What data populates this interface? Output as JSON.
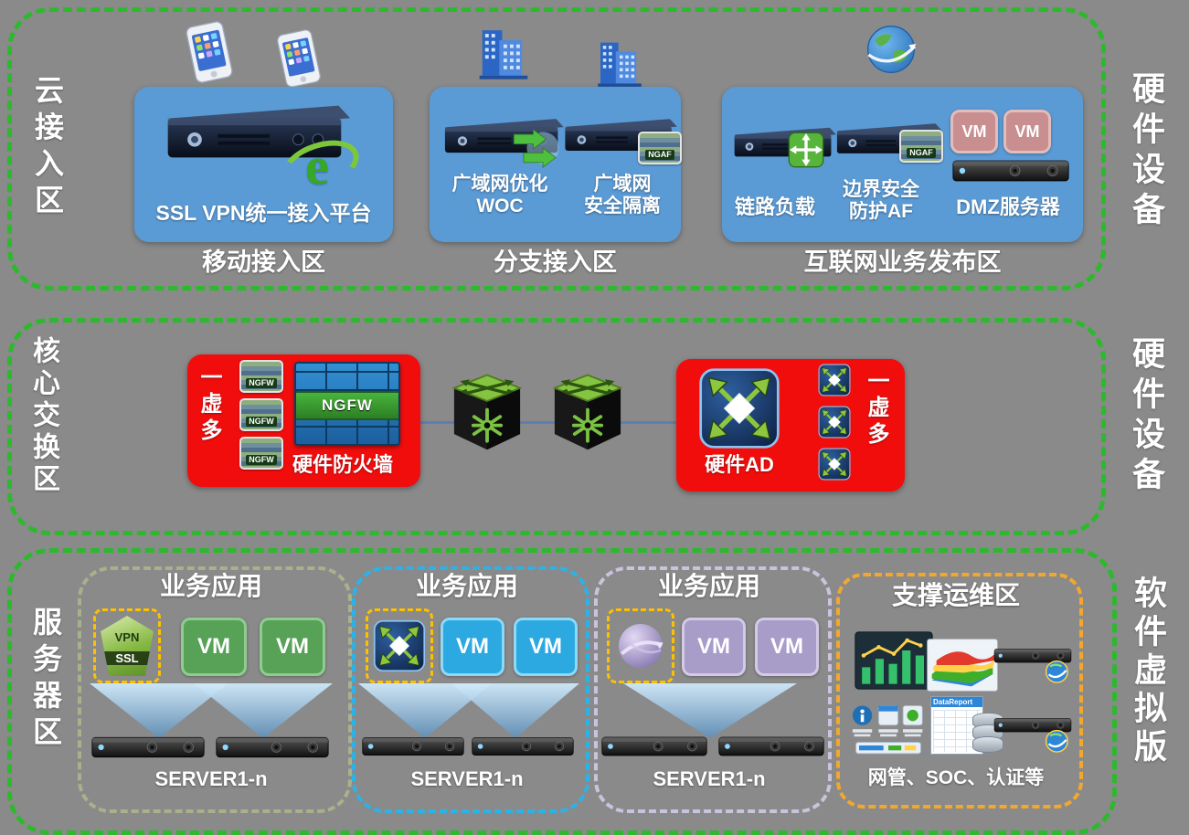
{
  "ie_letter": "e",
  "zone_cloud": {
    "side_label": "云接入区",
    "right_label": "硬件设备",
    "mobile": {
      "caption": "移动接入区",
      "platform_label": "SSL VPN统一接入平台"
    },
    "branch": {
      "caption": "分支接入区",
      "woc_label": "广域网优化\nWOC",
      "isolation_label": "广域网\n安全隔离",
      "chip": "NGAF"
    },
    "internet": {
      "caption": "互联网业务发布区",
      "lb_label": "链路负载",
      "af_label": "边界安全\n防护AF",
      "dmz_label": "DMZ服务器",
      "chip": "NGAF",
      "vm1": "VM",
      "vm2": "VM"
    }
  },
  "zone_core": {
    "side_label": "核心交换区",
    "right_label": "硬件设备",
    "firewall": {
      "multi": "一虚多",
      "chip1": "NGFW",
      "chip2": "NGFW",
      "chip3": "NGFW",
      "wall_label": "NGFW",
      "caption": "硬件防火墙"
    },
    "ad": {
      "caption": "硬件AD",
      "multi": "一虚多"
    }
  },
  "zone_servers": {
    "side_label": "服务器区",
    "right_label": "软件虚拟版",
    "cluster1": {
      "title": "业务应用",
      "icon_top": "VPN",
      "icon_bottom": "SSL",
      "vm1": "VM",
      "vm2": "VM",
      "server_label": "SERVER1-n"
    },
    "cluster2": {
      "title": "业务应用",
      "vm1": "VM",
      "vm2": "VM",
      "server_label": "SERVER1-n"
    },
    "cluster3": {
      "title": "业务应用",
      "vm1": "VM",
      "vm2": "VM",
      "server_label": "SERVER1-n"
    },
    "ops": {
      "title": "支撑运维区",
      "window_title": "DataReport",
      "caption": "网管、SOC、认证等"
    }
  }
}
